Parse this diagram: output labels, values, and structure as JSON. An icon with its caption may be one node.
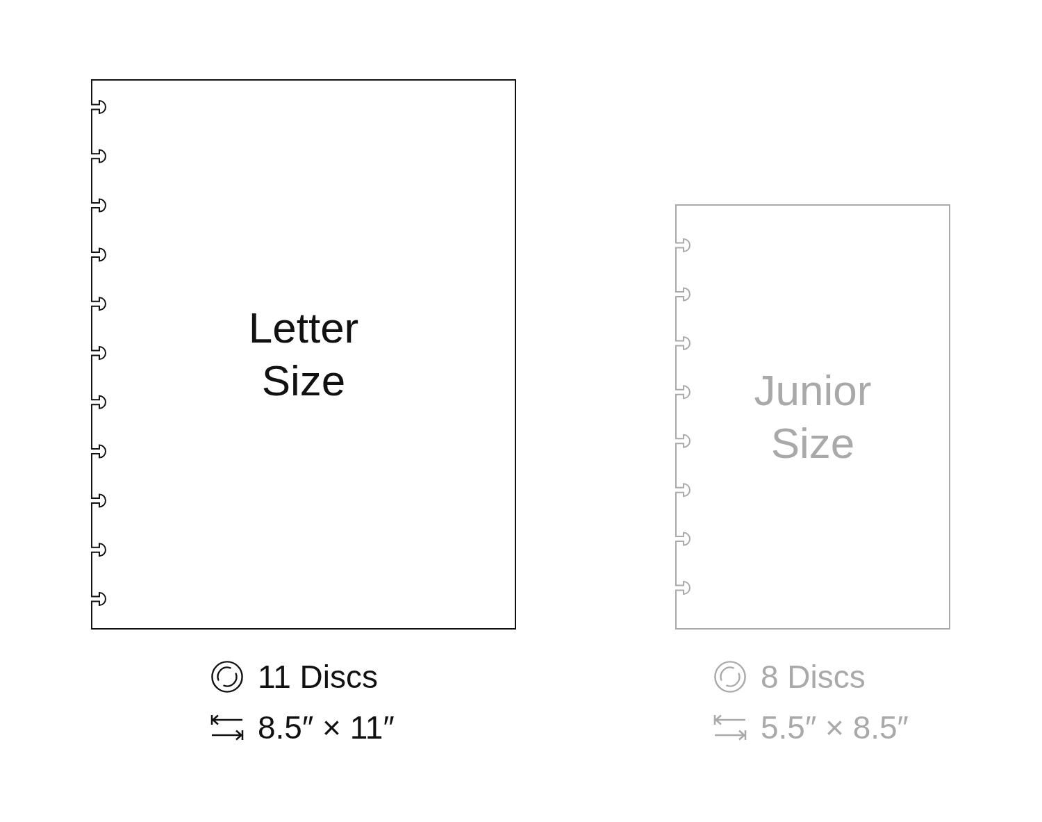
{
  "diagram": {
    "nodes": [
      {
        "text": [
          "Letter Size"
        ],
        "beside": [
          "11 Discs",
          "8.5″ × 11″"
        ]
      },
      {
        "text": [
          "Junior Size"
        ],
        "beside": [
          "8 Discs",
          "5.5″ × 8.5″"
        ]
      }
    ]
  }
}
